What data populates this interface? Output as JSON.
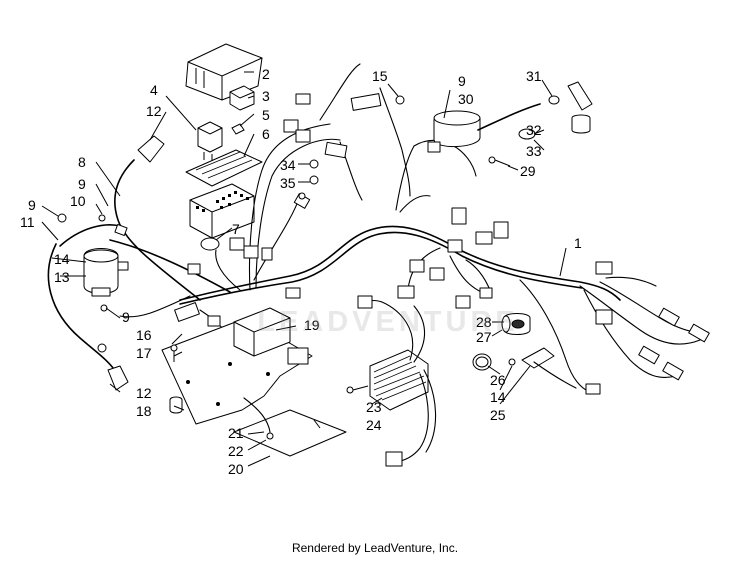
{
  "footer": {
    "text": "Rendered by LeadVenture, Inc."
  },
  "watermark": {
    "text": "LEADVENTURE"
  },
  "callouts": {
    "c1": "1",
    "c2": "2",
    "c3": "3",
    "c4": "4",
    "c5": "5",
    "c6": "6",
    "c7": "7",
    "c8": "8",
    "c9a": "9",
    "c9b": "9",
    "c9c": "9",
    "c9d": "9",
    "c10": "10",
    "c11": "11",
    "c12a": "12",
    "c12b": "12",
    "c13": "13",
    "c14a": "14",
    "c14b": "14",
    "c15": "15",
    "c16": "16",
    "c17": "17",
    "c18": "18",
    "c19": "19",
    "c20": "20",
    "c21": "21",
    "c22": "22",
    "c23": "23",
    "c24": "24",
    "c25": "25",
    "c26": "26",
    "c27": "27",
    "c28": "28",
    "c29": "29",
    "c30": "30",
    "c31": "31",
    "c32": "32",
    "c33": "33",
    "c34": "34",
    "c35": "35"
  }
}
